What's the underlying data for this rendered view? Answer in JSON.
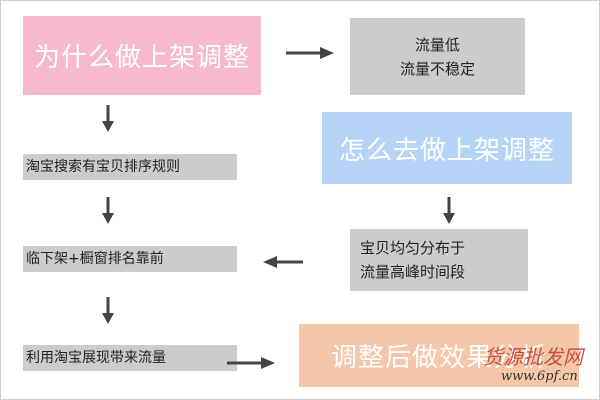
{
  "nodes": {
    "why_adjust": "为什么做上架调整",
    "traffic_issue": [
      "流量低",
      "流量不稳定"
    ],
    "how_adjust": "怎么去做上架调整",
    "taobao_rules": "淘宝搜索有宝贝排序规则",
    "spread_items": [
      "宝贝均匀分布于",
      "流量高峰时间段"
    ],
    "near_delist": "临下架+橱窗排名靠前",
    "use_display": "利用淘宝展现带来流量",
    "result_analysis": "调整后做效果分析"
  },
  "watermark": {
    "name": "货源批发网",
    "url": "www.6pf.cn"
  },
  "colors": {
    "pink": "#f7b9cd",
    "blue": "#b6d4f5",
    "peach": "#f5c7a8",
    "gray": "#cccccc",
    "arrow": "#444444",
    "watermark": "#c0392b"
  }
}
